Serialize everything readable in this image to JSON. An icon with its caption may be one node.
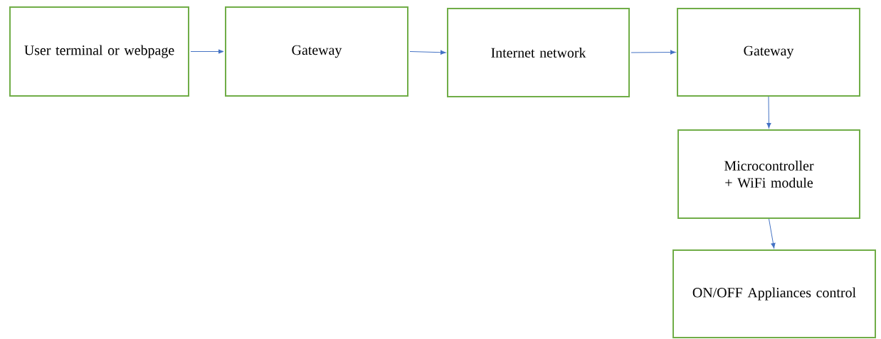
{
  "diagram": {
    "nodes": [
      {
        "text": [
          "User terminal or webpage"
        ]
      },
      {
        "text": [
          "Gateway"
        ]
      },
      {
        "text": [
          "Internet network"
        ]
      },
      {
        "text": [
          "Gateway"
        ]
      },
      {
        "text": [
          "Microcontroller + WiFi module"
        ]
      },
      {
        "text": [
          "ON/OFF Appliances control"
        ]
      }
    ],
    "edges": [
      {
        "from": 0,
        "to": 1,
        "arrow": "to"
      },
      {
        "from": 1,
        "to": 2,
        "arrow": "to"
      },
      {
        "from": 2,
        "to": 3,
        "arrow": "to"
      },
      {
        "from": 3,
        "to": 4,
        "arrow": "to"
      },
      {
        "from": 4,
        "to": 5,
        "arrow": "to"
      }
    ]
  }
}
